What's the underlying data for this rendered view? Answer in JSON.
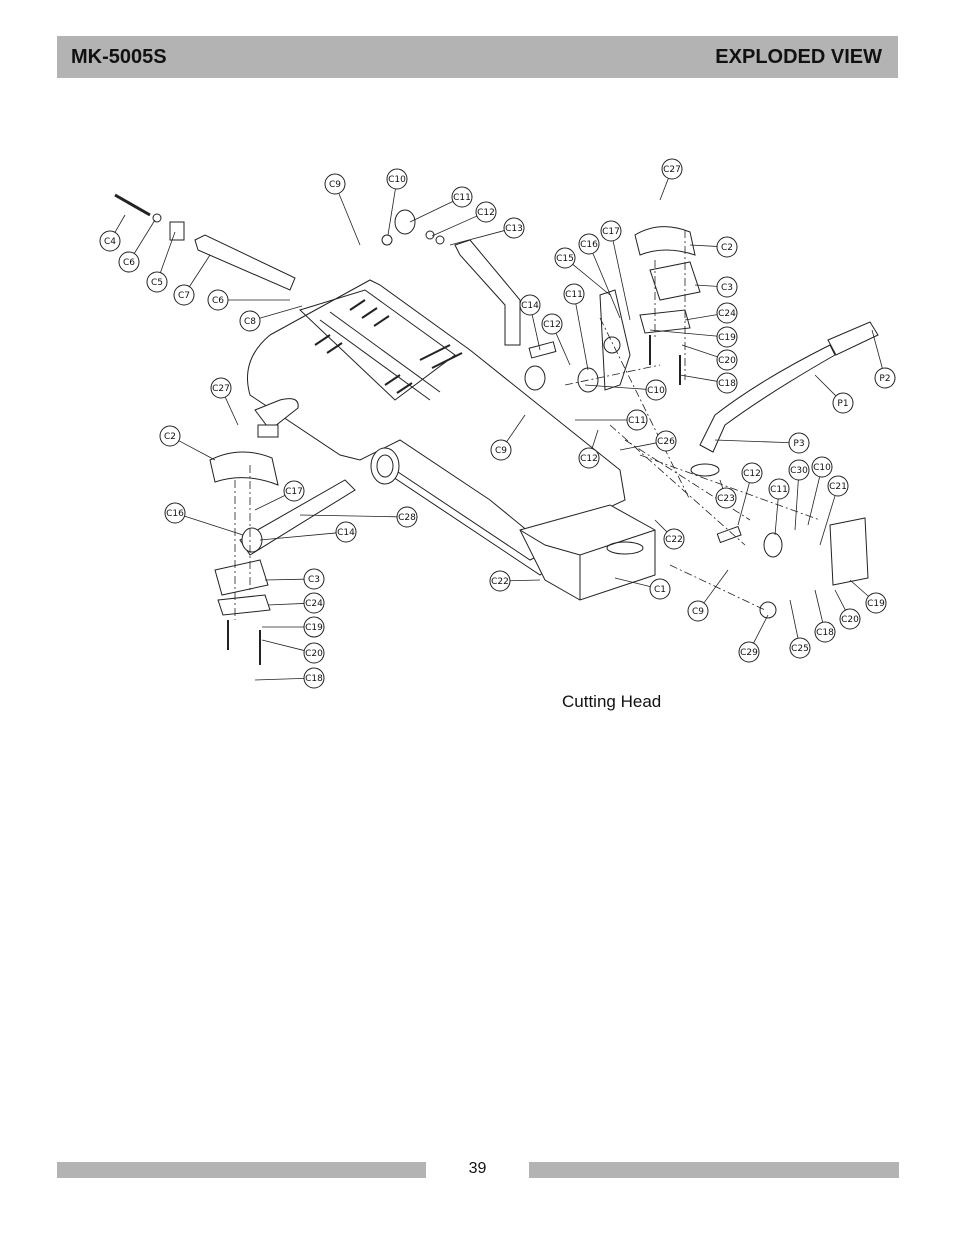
{
  "header": {
    "model": "MK-5005S",
    "section": "EXPLODED VIEW"
  },
  "caption": "Cutting Head",
  "page_number": "39",
  "callouts": [
    {
      "id": "c4",
      "label": "C4"
    },
    {
      "id": "c6a",
      "label": "C6"
    },
    {
      "id": "c5",
      "label": "C5"
    },
    {
      "id": "c7",
      "label": "C7"
    },
    {
      "id": "c6b",
      "label": "C6"
    },
    {
      "id": "c8",
      "label": "C8"
    },
    {
      "id": "c9a",
      "label": "C9"
    },
    {
      "id": "c10a",
      "label": "C10"
    },
    {
      "id": "c11a",
      "label": "C11"
    },
    {
      "id": "c12a",
      "label": "C12"
    },
    {
      "id": "c13",
      "label": "C13"
    },
    {
      "id": "c27a",
      "label": "C27"
    },
    {
      "id": "c2a",
      "label": "C2"
    },
    {
      "id": "c17a",
      "label": "C17"
    },
    {
      "id": "c16a",
      "label": "C16"
    },
    {
      "id": "c15",
      "label": "C15"
    },
    {
      "id": "c3a",
      "label": "C3"
    },
    {
      "id": "c24a",
      "label": "C24"
    },
    {
      "id": "c19a",
      "label": "C19"
    },
    {
      "id": "c20a",
      "label": "C20"
    },
    {
      "id": "c18a",
      "label": "C18"
    },
    {
      "id": "c14a",
      "label": "C14"
    },
    {
      "id": "c11b",
      "label": "C11"
    },
    {
      "id": "c12b",
      "label": "C12"
    },
    {
      "id": "c10b",
      "label": "C10"
    },
    {
      "id": "c11c",
      "label": "C11"
    },
    {
      "id": "c9b",
      "label": "C9"
    },
    {
      "id": "c12c",
      "label": "C12"
    },
    {
      "id": "c26",
      "label": "C26"
    },
    {
      "id": "p3",
      "label": "P3"
    },
    {
      "id": "p1",
      "label": "P1"
    },
    {
      "id": "p2",
      "label": "P2"
    },
    {
      "id": "c27b",
      "label": "C27"
    },
    {
      "id": "c2b",
      "label": "C2"
    },
    {
      "id": "c17b",
      "label": "C17"
    },
    {
      "id": "c16b",
      "label": "C16"
    },
    {
      "id": "c28",
      "label": "C28"
    },
    {
      "id": "c14b",
      "label": "C14"
    },
    {
      "id": "c3b",
      "label": "C3"
    },
    {
      "id": "c24b",
      "label": "C24"
    },
    {
      "id": "c19b",
      "label": "C19"
    },
    {
      "id": "c20b",
      "label": "C20"
    },
    {
      "id": "c18b",
      "label": "C18"
    },
    {
      "id": "c23",
      "label": "C23"
    },
    {
      "id": "c12d",
      "label": "C12"
    },
    {
      "id": "c30",
      "label": "C30"
    },
    {
      "id": "c10c",
      "label": "C10"
    },
    {
      "id": "c11d",
      "label": "C11"
    },
    {
      "id": "c21",
      "label": "C21"
    },
    {
      "id": "c22a",
      "label": "C22"
    },
    {
      "id": "c22b",
      "label": "C22"
    },
    {
      "id": "c1",
      "label": "C1"
    },
    {
      "id": "c9c",
      "label": "C9"
    },
    {
      "id": "c19c",
      "label": "C19"
    },
    {
      "id": "c20c",
      "label": "C20"
    },
    {
      "id": "c18c",
      "label": "C18"
    },
    {
      "id": "c25",
      "label": "C25"
    },
    {
      "id": "c29",
      "label": "C29"
    }
  ]
}
